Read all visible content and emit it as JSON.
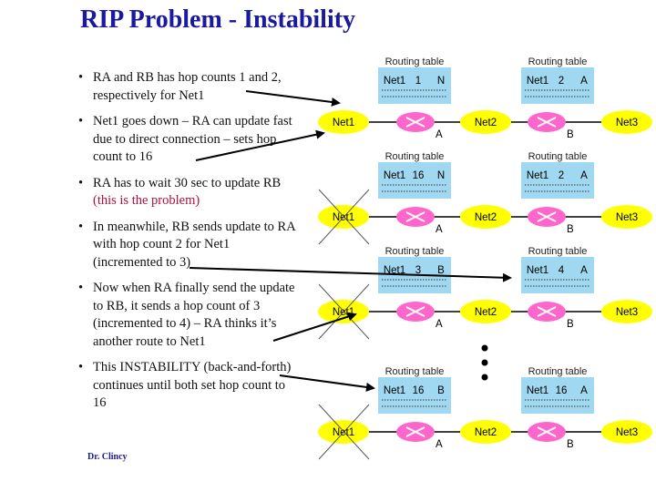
{
  "title": "RIP Problem - Instability",
  "bullets": [
    {
      "text": "RA and RB has hop counts 1 and 2, respectively for Net1",
      "highlight": ""
    },
    {
      "text": "Net1 goes down – RA can update fast due to direct connection – sets hop count to 16",
      "highlight": ""
    },
    {
      "text": "RA has to wait 30 sec to update RB ",
      "highlight": "(this is the problem)"
    },
    {
      "text": "In meanwhile, RB sends update to RA with hop count 2 for Net1 (incremented to 3)",
      "highlight": ""
    },
    {
      "text": "Now when RA finally send the update to RB, it sends a hop count of 3 (incremented to 4) – RA thinks it’s another route to Net1",
      "highlight": ""
    },
    {
      "text": "This INSTABILITY (back-and-forth) continues until both set hop count to 16",
      "highlight": ""
    }
  ],
  "footer": "Dr. Clincy",
  "diagram": {
    "table_caption": "Routing table",
    "router_a": "A",
    "router_b": "B",
    "networks": [
      "Net1",
      "Net2",
      "Net3"
    ],
    "stages": [
      {
        "left_entry": [
          "Net1",
          "1",
          "N"
        ],
        "right_entry": [
          "Net1",
          "2",
          "A"
        ]
      },
      {
        "left_entry": [
          "Net1",
          "16",
          "N"
        ],
        "right_entry": [
          "Net1",
          "2",
          "A"
        ]
      },
      {
        "left_entry": [
          "Net1",
          "3",
          "B"
        ],
        "right_entry": [
          "Net1",
          "4",
          "A"
        ]
      },
      {
        "left_entry": [
          "Net1",
          "16",
          "B"
        ],
        "right_entry": [
          "Net1",
          "16",
          "A"
        ]
      }
    ]
  },
  "colors": {
    "title": "#1a1aa0",
    "highlight": "#b0103a",
    "network_fill": "#ffff00",
    "table_fill": "#9fd8f0",
    "router_fill": "#ff66cc"
  }
}
